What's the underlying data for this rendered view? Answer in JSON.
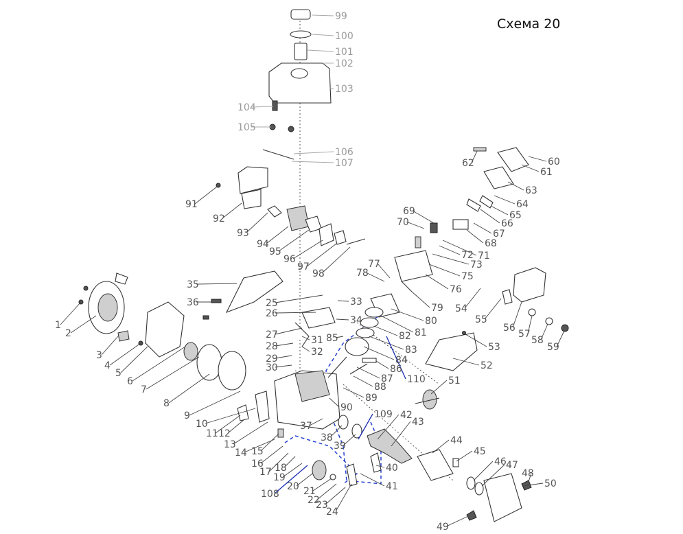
{
  "title": "Схема 20",
  "colors": {
    "leader": "#444444",
    "faded": "#9a9a9a",
    "highlight": "#1a2fb0"
  },
  "parts": [
    "1",
    "2",
    "3",
    "4",
    "5",
    "6",
    "7",
    "8",
    "9",
    "10",
    "11",
    "12",
    "13",
    "14",
    "15",
    "16",
    "17",
    "18",
    "19",
    "20",
    "21",
    "22",
    "23",
    "24",
    "25",
    "26",
    "27",
    "28",
    "29",
    "30",
    "31",
    "32",
    "33",
    "34",
    "35",
    "36",
    "37",
    "38",
    "39",
    "40",
    "41",
    "42",
    "43",
    "44",
    "45",
    "46",
    "47",
    "48",
    "49",
    "50",
    "51",
    "52",
    "53",
    "54",
    "55",
    "56",
    "57",
    "58",
    "59",
    "60",
    "61",
    "62",
    "63",
    "64",
    "65",
    "66",
    "67",
    "68",
    "69",
    "70",
    "71",
    "72",
    "73",
    "75",
    "76",
    "77",
    "78",
    "79",
    "80",
    "81",
    "82",
    "83",
    "84",
    "85",
    "86",
    "87",
    "88",
    "89",
    "90",
    "91",
    "92",
    "93",
    "94",
    "95",
    "96",
    "97",
    "98",
    "99",
    "100",
    "101",
    "102",
    "103",
    "104",
    "105",
    "106",
    "107",
    "108",
    "109",
    "110"
  ]
}
